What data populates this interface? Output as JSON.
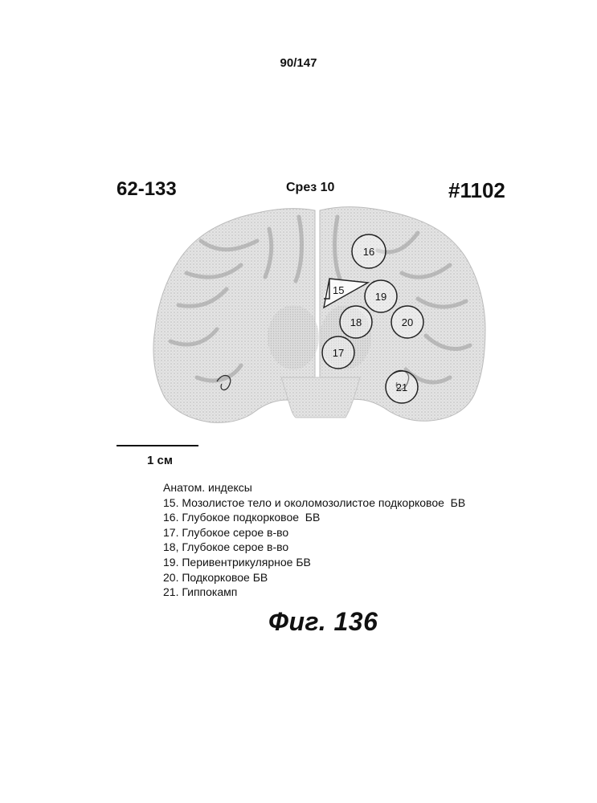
{
  "header": {
    "page_number": "90/147",
    "left_code": "62-133",
    "slice_title": "Срез 10",
    "right_code": "#1102"
  },
  "regions": [
    {
      "label": "15",
      "shape": "flag"
    },
    {
      "label": "16",
      "shape": "circle"
    },
    {
      "label": "19",
      "shape": "circle"
    },
    {
      "label": "18",
      "shape": "circle"
    },
    {
      "label": "20",
      "shape": "circle"
    },
    {
      "label": "17",
      "shape": "circle"
    },
    {
      "label": "21",
      "shape": "circle"
    }
  ],
  "scale": {
    "label": "1 см"
  },
  "legend": {
    "title": "Анатом. индексы",
    "items": [
      "15. Мозолистое тело и околомозолистое подкорковое  БВ",
      "16. Глубокое подкорковое  БВ",
      "17. Глубокое серое в-во",
      "18, Глубокое серое в-во",
      "19. Перивентрикулярное БВ",
      "20. Подкорковое БВ",
      "21. Гиппокамп"
    ]
  },
  "figure_caption": "Фиг. 136"
}
